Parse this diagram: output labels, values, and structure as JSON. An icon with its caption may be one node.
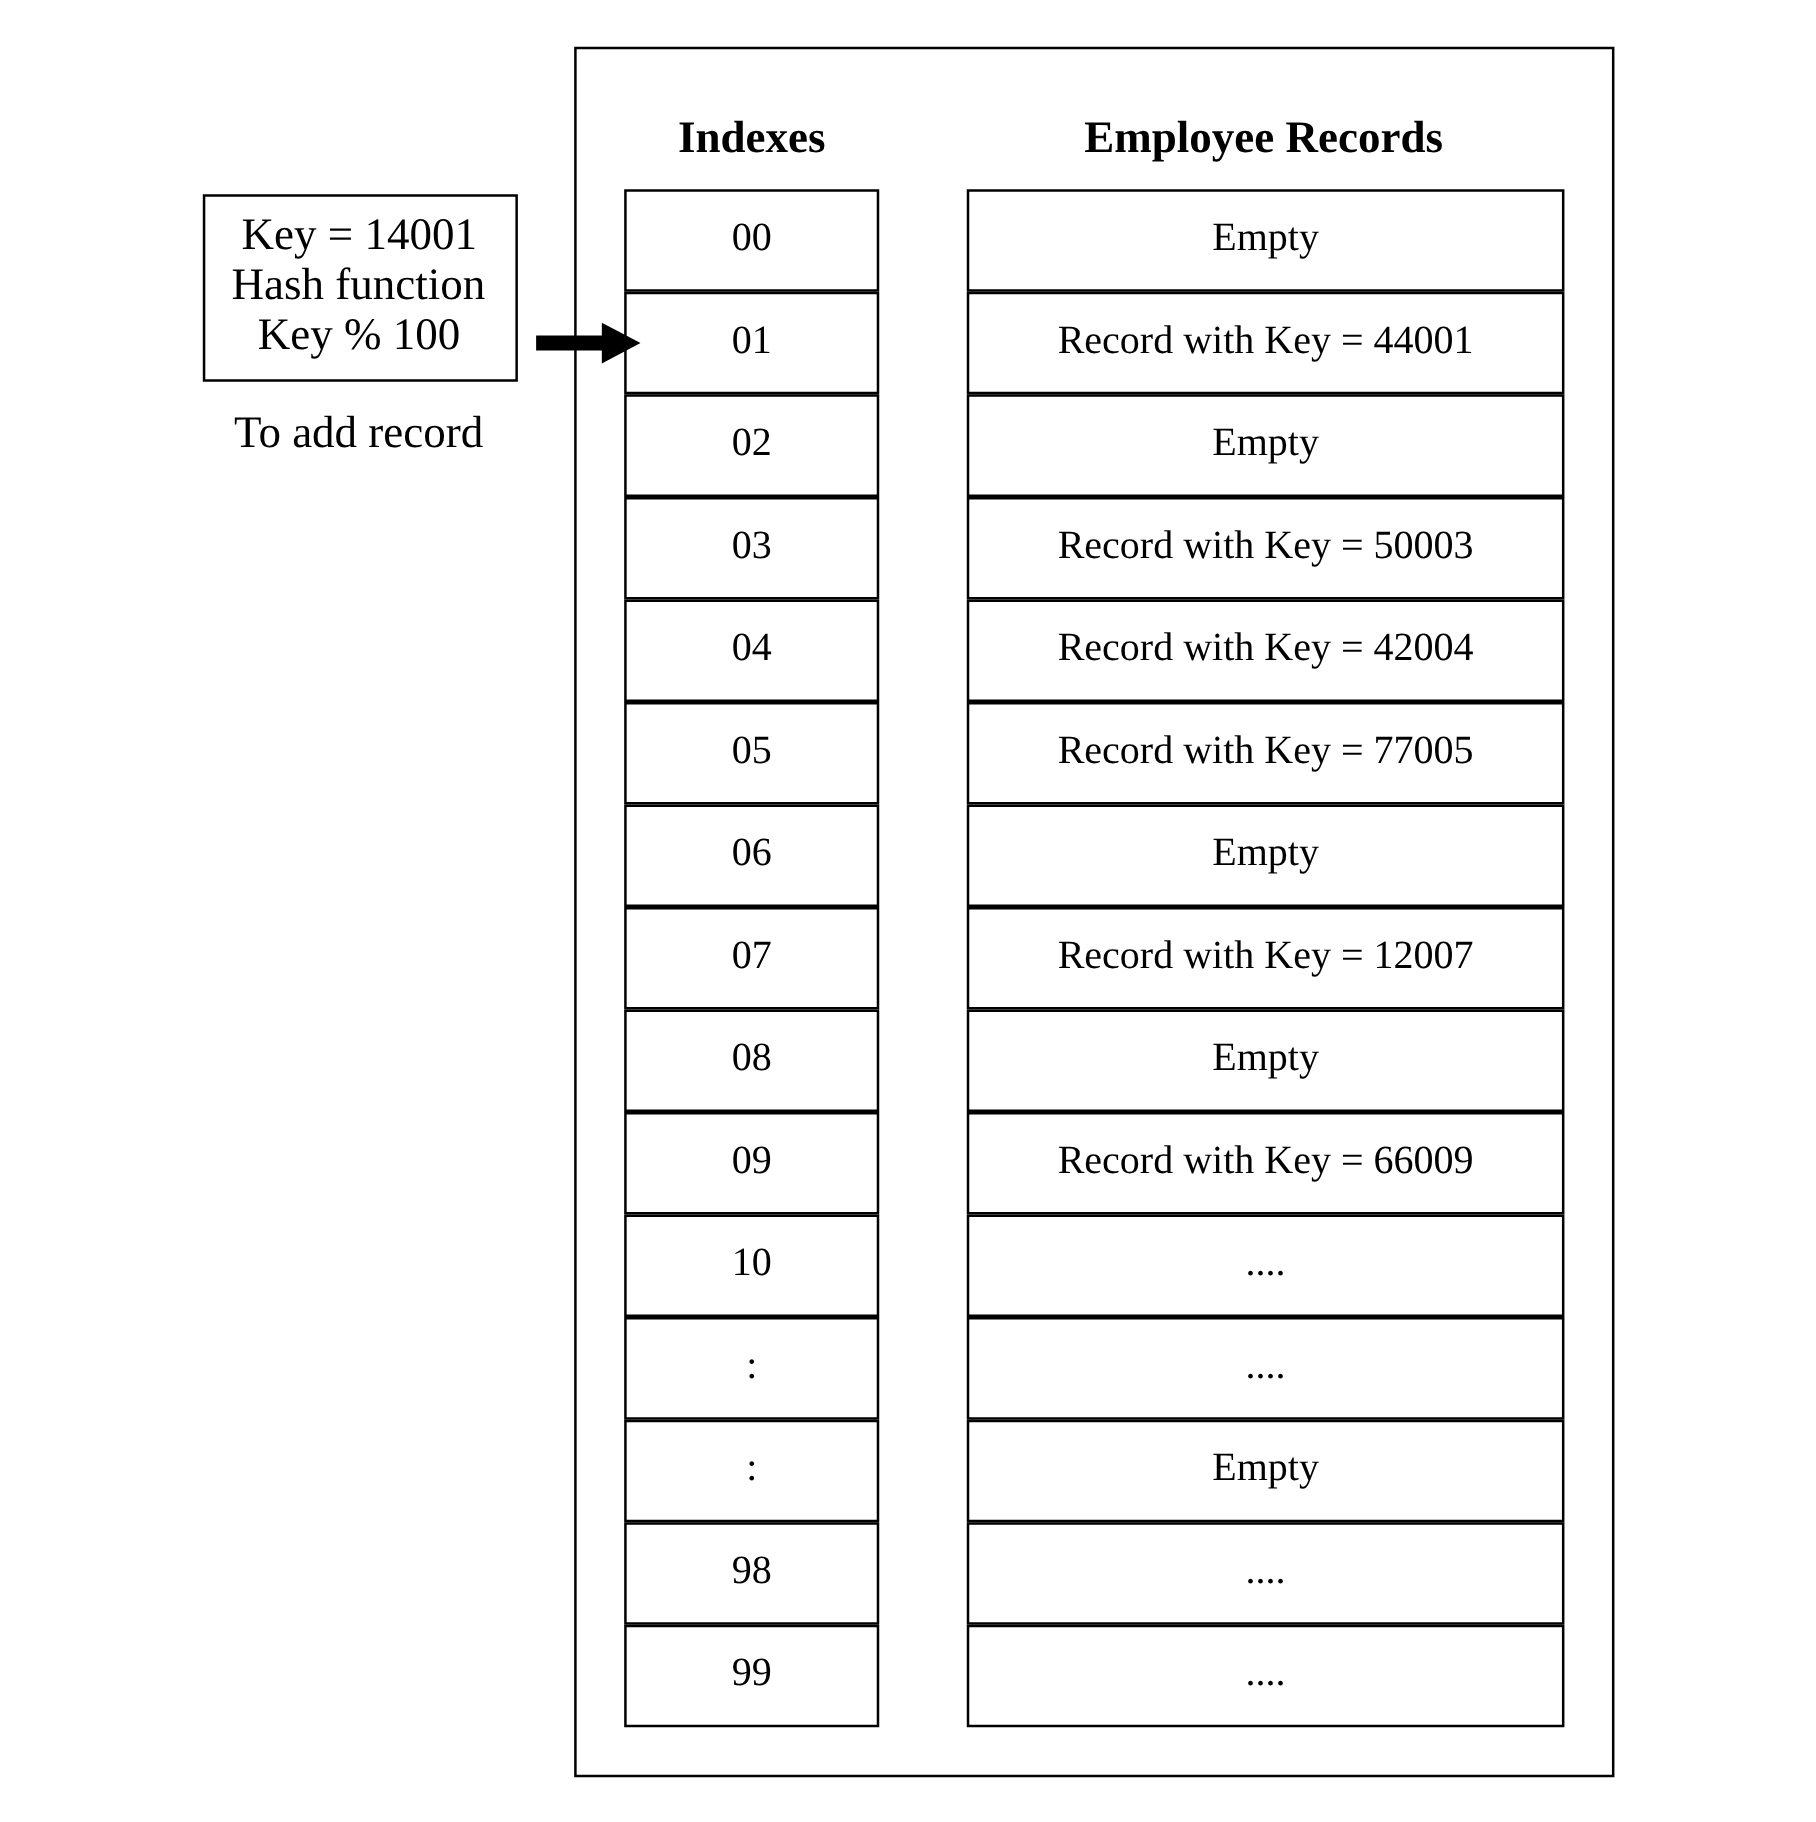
{
  "diagram": {
    "nodes": [
      {
        "text": [
          "Key = 14001",
          "Hash function",
          "Key % 100"
        ],
        "beside": [
          "To add record"
        ]
      },
      {
        "text": [],
        "shape": "box"
      },
      {
        "text": [
          "00"
        ],
        "in": 1
      },
      {
        "text": [
          "Empty"
        ],
        "in": 1
      },
      {
        "text": [
          "01"
        ],
        "in": 1
      },
      {
        "text": [
          "Record with Key = 44001"
        ],
        "in": 1
      },
      {
        "text": [
          "02"
        ],
        "in": 1
      },
      {
        "text": [
          "Empty"
        ],
        "in": 1
      },
      {
        "text": [
          "03"
        ],
        "in": 1
      },
      {
        "text": [
          "Record with Key = 50003"
        ],
        "in": 1
      },
      {
        "text": [
          "04"
        ],
        "in": 1
      },
      {
        "text": [
          "Record with Key = 42004"
        ],
        "in": 1
      },
      {
        "text": [
          "05"
        ],
        "in": 1
      },
      {
        "text": [
          "Record with Key = 77005"
        ],
        "in": 1
      },
      {
        "text": [
          "06"
        ],
        "in": 1
      },
      {
        "text": [
          "Empty"
        ],
        "in": 1
      },
      {
        "text": [
          "07"
        ],
        "in": 1
      },
      {
        "text": [
          "Record with Key = 12007"
        ],
        "in": 1
      },
      {
        "text": [
          "08"
        ],
        "in": 1
      },
      {
        "text": [
          "Empty"
        ],
        "in": 1
      },
      {
        "text": [
          "09"
        ],
        "in": 1
      },
      {
        "text": [
          "Record with Key = 66009"
        ],
        "in": 1
      },
      {
        "text": [
          "10"
        ],
        "in": 1
      },
      {
        "text": [
          "...."
        ],
        "in": 1
      },
      {
        "text": [
          ":"
        ],
        "in": 1
      },
      {
        "text": [
          "...."
        ],
        "in": 1
      },
      {
        "text": [
          ":"
        ],
        "in": 1
      },
      {
        "text": [
          "Empty"
        ],
        "in": 1
      },
      {
        "text": [
          "98"
        ],
        "in": 1
      },
      {
        "text": [
          "...."
        ],
        "in": 1
      },
      {
        "text": [
          "99"
        ],
        "in": 1
      },
      {
        "text": [
          "...."
        ],
        "in": 1
      }
    ],
    "edges": [
      {
        "from": 0,
        "to": 4,
        "arrow": "to"
      }
    ],
    "labels": [
      "Indexes",
      "Employee Records"
    ]
  }
}
